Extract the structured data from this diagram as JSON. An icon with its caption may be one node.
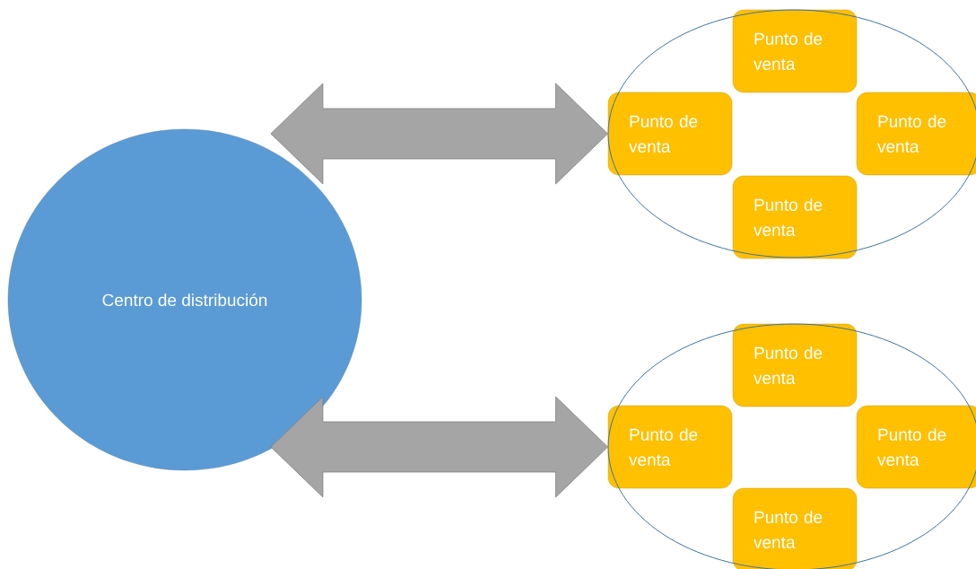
{
  "diagram": {
    "nodes": [
      {
        "text": [
          "Centro de distribución"
        ]
      },
      {
        "text": [],
        "shape": "ellipse"
      },
      {
        "text": [
          "Punto de venta"
        ],
        "in": 1
      },
      {
        "text": [
          "Punto de venta"
        ],
        "in": 1
      },
      {
        "text": [
          "Punto de venta"
        ],
        "in": 1
      },
      {
        "text": [
          "Punto de venta"
        ],
        "in": 1
      },
      {
        "text": [],
        "shape": "ellipse"
      },
      {
        "text": [
          "Punto de venta"
        ],
        "in": 6
      },
      {
        "text": [
          "Punto de venta"
        ],
        "in": 6
      },
      {
        "text": [
          "Punto de venta"
        ],
        "in": 6
      },
      {
        "text": [
          "Punto de venta"
        ],
        "in": 6
      }
    ],
    "edges": [
      {
        "from": 0,
        "to": 1,
        "arrow": "both"
      },
      {
        "from": 0,
        "to": 6,
        "arrow": "both"
      }
    ]
  }
}
